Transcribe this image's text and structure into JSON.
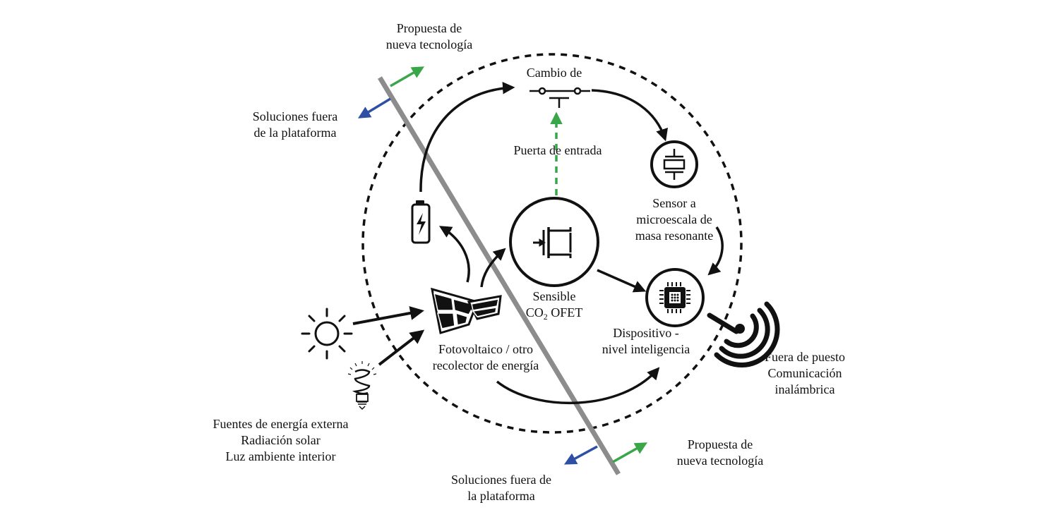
{
  "labels": {
    "top_proposal": [
      "Propuesta de",
      "nueva tecnología"
    ],
    "top_off_platform": [
      "Soluciones fuera",
      "de la plataforma"
    ],
    "switch": "Cambio de",
    "gate": "Puerta de entrada",
    "sensor": [
      "Sensor a",
      "microescala de",
      "masa resonante"
    ],
    "ofet_line1": "Sensible",
    "ofet_co": "CO",
    "ofet_sub": "2",
    "ofet_rest": " OFET",
    "device": [
      "Dispositivo -",
      "nivel inteligencia"
    ],
    "wireless": [
      "Fuera de puesto",
      "Comunicación",
      "inalámbrica"
    ],
    "pv": [
      "Fotovoltaico / otro",
      "recolector de energía"
    ],
    "sources": [
      "Fuentes de energía externa",
      "Radiación solar",
      "Luz ambiente interior"
    ],
    "bottom_off_platform": [
      "Soluciones fuera de",
      "la plataforma"
    ],
    "bottom_proposal": [
      "Propuesta de",
      "nueva tecnología"
    ]
  },
  "colors": {
    "proposal_arrow": "#3aa64a",
    "off_platform_arrow": "#2e4fa3",
    "gate_arrow": "#3aa64a",
    "divider": "#8c8c8c",
    "ink": "#111111"
  },
  "icons": [
    "sun-icon",
    "bulb-icon",
    "solar-panel-icon",
    "battery-icon",
    "transistor-icon",
    "switch-icon",
    "resonator-icon",
    "chip-icon",
    "wifi-icon"
  ]
}
